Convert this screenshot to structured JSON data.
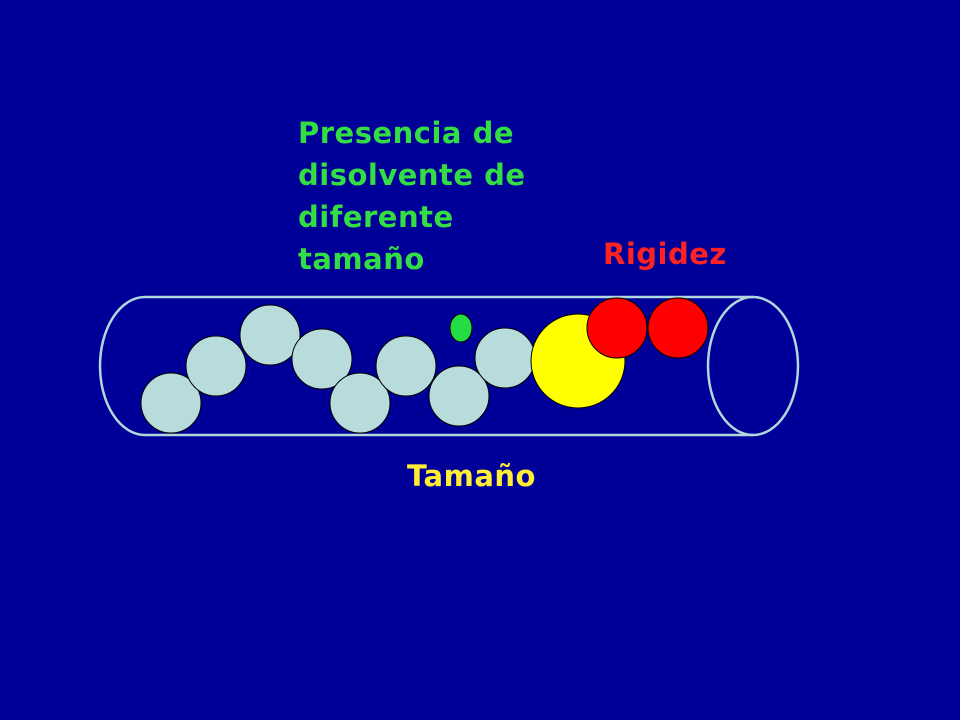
{
  "labels": {
    "solvent": [
      "Presencia de",
      "disolvente de",
      "diferente",
      "tamaño"
    ],
    "rigidity": "Rigidez",
    "size": "Tamaño"
  },
  "colors": {
    "background": "#000099",
    "tube_outline": "#b0d8dc",
    "particle_fill": "#b8dcdc",
    "large_particle_fill": "#ffff00",
    "rigid_particle_fill": "#ff0000",
    "solvent_particle_fill": "#22dd44",
    "solvent_text": "#33dd44",
    "rigidity_text": "#ff2222",
    "size_text": "#ffee33"
  }
}
